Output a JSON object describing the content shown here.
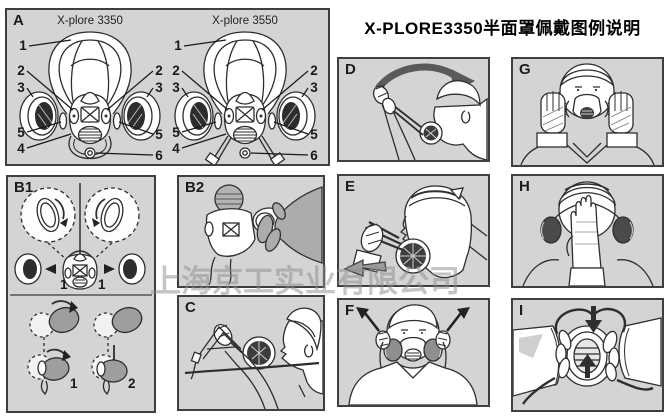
{
  "title": "X-PLORE3350半面罩佩戴图例说明",
  "watermark": "上海京工实业有限公司",
  "panels": {
    "a": {
      "label": "A",
      "mask_left_name": "X-plore 3350",
      "mask_right_name": "X-plore 3550",
      "callouts": [
        "1",
        "2",
        "2",
        "3",
        "3",
        "5",
        "4",
        "5",
        "6"
      ]
    },
    "b1": {
      "label": "B1",
      "top_steps": [
        "1",
        "1"
      ],
      "bottom_steps": [
        "1",
        "2"
      ]
    },
    "b2": {
      "label": "B2"
    },
    "c": {
      "label": "C"
    },
    "d": {
      "label": "D"
    },
    "e": {
      "label": "E"
    },
    "f": {
      "label": "F"
    },
    "g": {
      "label": "G"
    },
    "h": {
      "label": "H"
    },
    "i": {
      "label": "I"
    }
  },
  "colors": {
    "panel_bg": "#d4d4d4",
    "panel_border": "#3f3f3f",
    "line_art": "#2e2e2e",
    "watermark": "#8d8d8d"
  }
}
